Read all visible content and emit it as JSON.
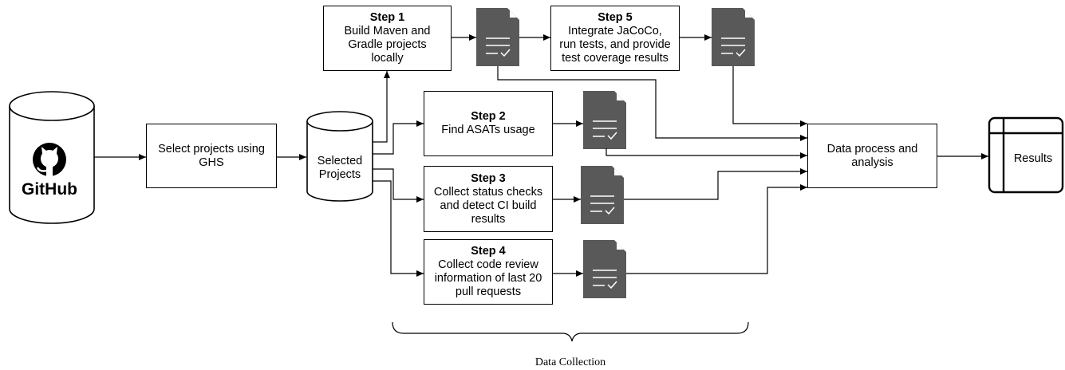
{
  "github": {
    "label": "GitHub",
    "icon": "github-octocat-icon"
  },
  "select_projects": {
    "label": "Select projects using\nGHS"
  },
  "selected_projects": {
    "label": "Selected\nProjects"
  },
  "steps": [
    {
      "title": "Step 1",
      "body": "Build Maven and\nGradle projects\nlocally"
    },
    {
      "title": "Step 2",
      "body": "Find ASATs usage"
    },
    {
      "title": "Step 3",
      "body": "Collect status checks\nand detect CI build\nresults"
    },
    {
      "title": "Step 4",
      "body": "Collect code review\ninformation of last 20\npull requests"
    },
    {
      "title": "Step 5",
      "body": "Integrate JaCoCo,\nrun tests, and provide\ntest coverage results"
    }
  ],
  "data_process": {
    "label": "Data process and\nanalysis"
  },
  "results": {
    "label": "Results",
    "icon": "table-icon"
  },
  "data_collection": {
    "label": "Data Collection"
  },
  "colors": {
    "document": "#595959",
    "line": "#000000"
  }
}
